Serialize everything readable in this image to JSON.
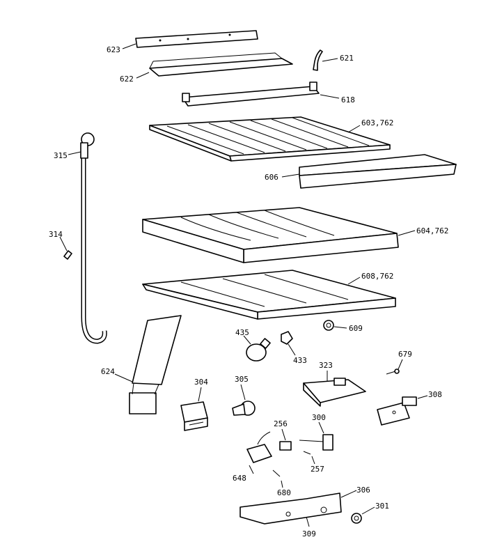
{
  "diagram": {
    "part_labels": [
      {
        "id": "623",
        "text": "623"
      },
      {
        "id": "622",
        "text": "622"
      },
      {
        "id": "621",
        "text": "621"
      },
      {
        "id": "618",
        "text": "618"
      },
      {
        "id": "603",
        "text": "603,762"
      },
      {
        "id": "606",
        "text": "606"
      },
      {
        "id": "315",
        "text": "315"
      },
      {
        "id": "314",
        "text": "314"
      },
      {
        "id": "604",
        "text": "604,762"
      },
      {
        "id": "608",
        "text": "608,762"
      },
      {
        "id": "609",
        "text": "609"
      },
      {
        "id": "435",
        "text": "435"
      },
      {
        "id": "433",
        "text": "433"
      },
      {
        "id": "624",
        "text": "624"
      },
      {
        "id": "323",
        "text": "323"
      },
      {
        "id": "679",
        "text": "679"
      },
      {
        "id": "304",
        "text": "304"
      },
      {
        "id": "305",
        "text": "305"
      },
      {
        "id": "308",
        "text": "308"
      },
      {
        "id": "256",
        "text": "256"
      },
      {
        "id": "300",
        "text": "300"
      },
      {
        "id": "257",
        "text": "257"
      },
      {
        "id": "648",
        "text": "648"
      },
      {
        "id": "680",
        "text": "680"
      },
      {
        "id": "306",
        "text": "306"
      },
      {
        "id": "301",
        "text": "301"
      },
      {
        "id": "309",
        "text": "309"
      }
    ]
  }
}
